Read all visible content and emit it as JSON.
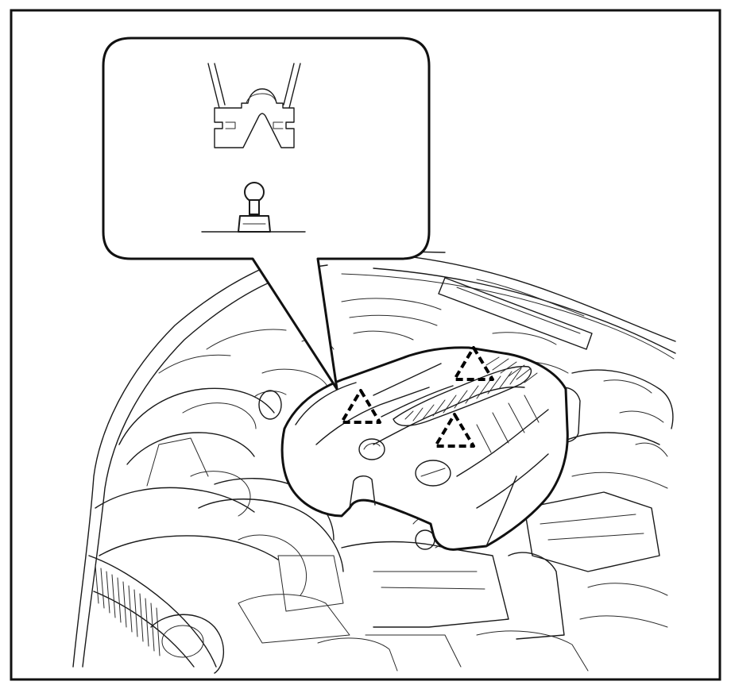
{
  "illustration": {
    "subject": "engine-compartment",
    "parts": [
      "engine-cover",
      "callout-bubble",
      "cover-clip-grommet",
      "ball-stud"
    ],
    "markers": [
      {
        "name": "clip-location-marker",
        "symbol": "dashed-triangle"
      },
      {
        "name": "clip-location-marker",
        "symbol": "dashed-triangle"
      },
      {
        "name": "clip-location-marker",
        "symbol": "dashed-triangle"
      }
    ],
    "colors": {
      "line": "#1a1a1a",
      "background": "#ffffff"
    }
  }
}
